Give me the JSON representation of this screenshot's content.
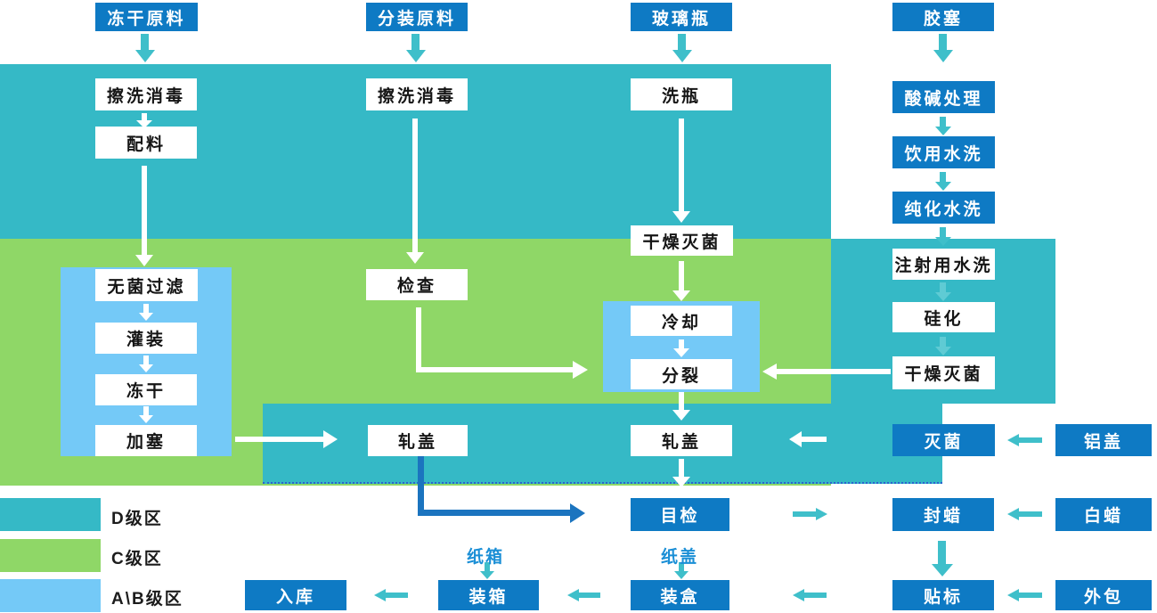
{
  "legend": {
    "items": [
      {
        "label": "D级区",
        "color": "#35b9c6"
      },
      {
        "label": "C级区",
        "color": "#8fd767"
      },
      {
        "label": "A\\B级区",
        "color": "#74c9f7"
      }
    ]
  },
  "materials": {
    "lyophilized_raw": "冻干原料",
    "aliquot_raw": "分装原料",
    "glass_bottle": "玻璃瓶",
    "rubber_stopper": "胶塞",
    "aluminum_cap": "铝盖",
    "white_wax": "白蜡",
    "outer_pack": "外包"
  },
  "steps": {
    "wipe_disinfect_1": "擦洗消毒",
    "ingredients": "配料",
    "wipe_disinfect_2": "擦洗消毒",
    "bottle_wash": "洗瓶",
    "acid_alkali": "酸碱处理",
    "drinking_water_wash": "饮用水洗",
    "purified_water_wash": "纯化水洗",
    "injection_water_wash": "注射用水洗",
    "siliconize": "硅化",
    "dry_sterilize_right": "干燥灭菌",
    "dry_sterilize_mid": "干燥灭菌",
    "sterile_filter": "无菌过滤",
    "filling": "灌装",
    "lyophilize": "冻干",
    "stopper": "加塞",
    "inspect": "检查",
    "cooling": "冷却",
    "split": "分裂",
    "cap_seal_1": "轧盖",
    "cap_seal_2": "轧盖",
    "sterilize": "灭菌",
    "visual_inspect": "目检",
    "wax_seal": "封蜡",
    "label_stick": "贴标",
    "box_pack": "装盒",
    "carton_pack": "装箱",
    "warehouse": "入库"
  },
  "labels": {
    "carton": "纸箱",
    "paper_lid": "纸盖"
  },
  "colors": {
    "zone_d": "#35b9c6",
    "zone_c": "#8fd767",
    "zone_ab": "#74c9f7",
    "box_blue": "#0e7ac4",
    "arrow_teal": "#3fbfca",
    "arrow_dark_blue": "#1b74bf",
    "label_blue": "#1b8fd6"
  }
}
